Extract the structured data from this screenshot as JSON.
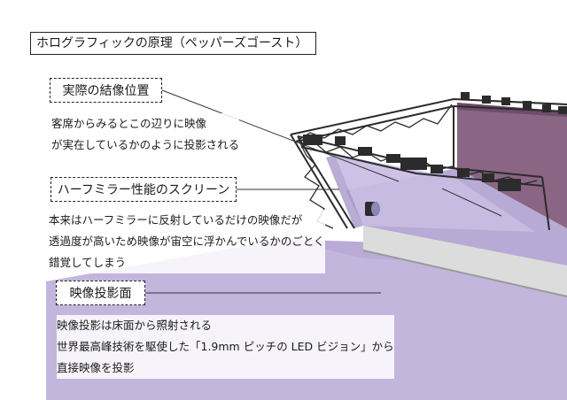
{
  "title": "ホログラフィックの原理（ペッパーズゴースト）",
  "sections": [
    {
      "label": "実際の結像位置",
      "lines": [
        "客席からみるとこの辺りに映像",
        "が実在しているかのように投影される"
      ]
    },
    {
      "label": "ハーフミラー性能のスクリーン",
      "lines": [
        "本来はハーフミラーに反射しているだけの映像だが",
        "透過度が高いため映像が宙空に浮かんでいるかのごとく",
        "錯覚してしまう"
      ]
    },
    {
      "label": "映像投影面",
      "lines": [
        "映像投影は床面から照射される",
        "世界最高峰技術を駆使した「1.9mm ピッチの LED ビジョン」から",
        "直接映像を投影"
      ]
    }
  ],
  "colors": {
    "mirror": "#c9bde3",
    "floor": "#b8aad6",
    "backwall": "#8a6584",
    "stage": "#d9d9d9",
    "truss": "#2b2b2b"
  }
}
